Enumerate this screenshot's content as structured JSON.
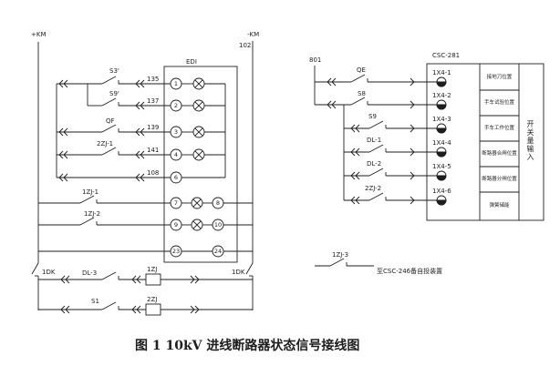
{
  "diagram": {
    "bus_positive": "+KM",
    "bus_negative": "-KM",
    "bus_negative_wire": "102",
    "edi_title": "EDI",
    "signal_rows": [
      {
        "contact": "S3'",
        "wire": "135",
        "terminal": "1"
      },
      {
        "contact": "S9'",
        "wire": "137",
        "terminal": "2"
      },
      {
        "contact": "QF",
        "wire": "139",
        "terminal": "3"
      },
      {
        "contact": "2ZJ-1",
        "wire": "141",
        "terminal": "4"
      },
      {
        "wire": "108",
        "terminal": "6"
      }
    ],
    "relay_rows": [
      {
        "contact": "1ZJ-1",
        "terminal_in": "7",
        "terminal_out": "8"
      },
      {
        "contact": "1ZJ-2",
        "terminal_in": "9",
        "terminal_out": "10"
      },
      {
        "terminal_in": "23",
        "terminal_out": "24"
      }
    ],
    "breaker_left": "1DK",
    "breaker_right": "1DK",
    "coil_rows": [
      {
        "contact": "DL-3",
        "coil": "1ZJ"
      },
      {
        "contact": "S1",
        "coil": "2ZJ"
      }
    ],
    "csc": {
      "source": "801",
      "device": "CSC-281",
      "rows": [
        {
          "contact": "QE",
          "terminal": "1X4-1",
          "function": "接地刀位置"
        },
        {
          "contact": "S8",
          "terminal": "1X4-2",
          "function": "手车试验位置"
        },
        {
          "contact": "S9",
          "terminal": "1X4-3",
          "function": "手车工作位置"
        },
        {
          "contact": "DL-1",
          "terminal": "1X4-4",
          "function": "断路器合闸位置"
        },
        {
          "contact": "DL-2",
          "terminal": "1X4-5",
          "function": "断路器分闸位置"
        },
        {
          "contact": "2ZJ-2",
          "terminal": "1X4-6",
          "function": "弹簧储能"
        }
      ],
      "input_group": "开关量输入"
    },
    "remote": {
      "contact": "1ZJ-3",
      "destination": "至CSC-246备自投装置"
    }
  },
  "caption": "图 1 10kV 进线断路器状态信号接线图"
}
